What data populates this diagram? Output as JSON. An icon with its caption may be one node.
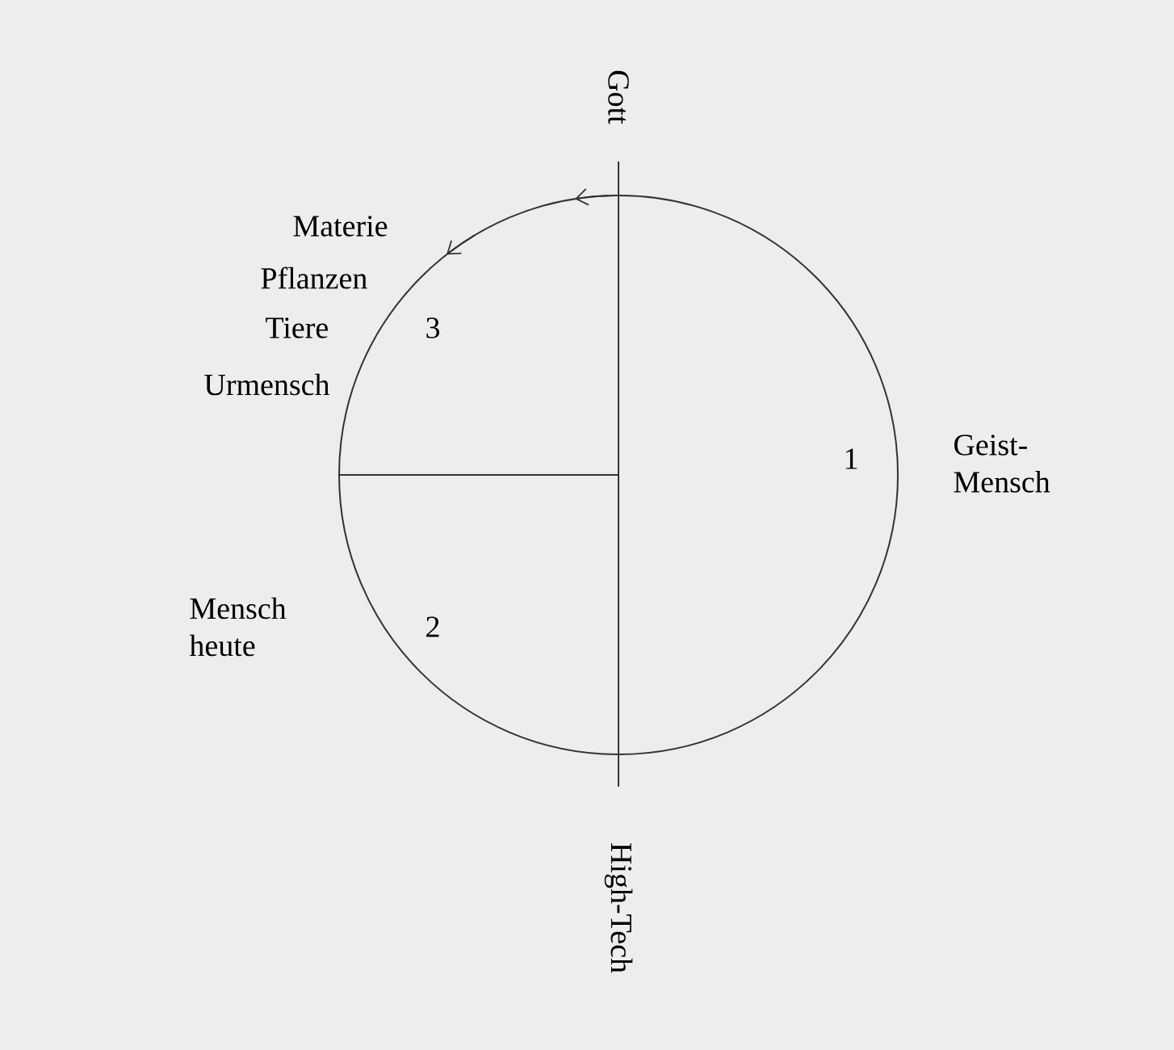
{
  "diagram": {
    "labels": [
      "Gott",
      "Materie",
      "Pflanzen",
      "3",
      "Tiere",
      "Urmensch",
      "1",
      "Geist-Mensch",
      "Mensch heute",
      "2",
      "High-Tech"
    ]
  }
}
